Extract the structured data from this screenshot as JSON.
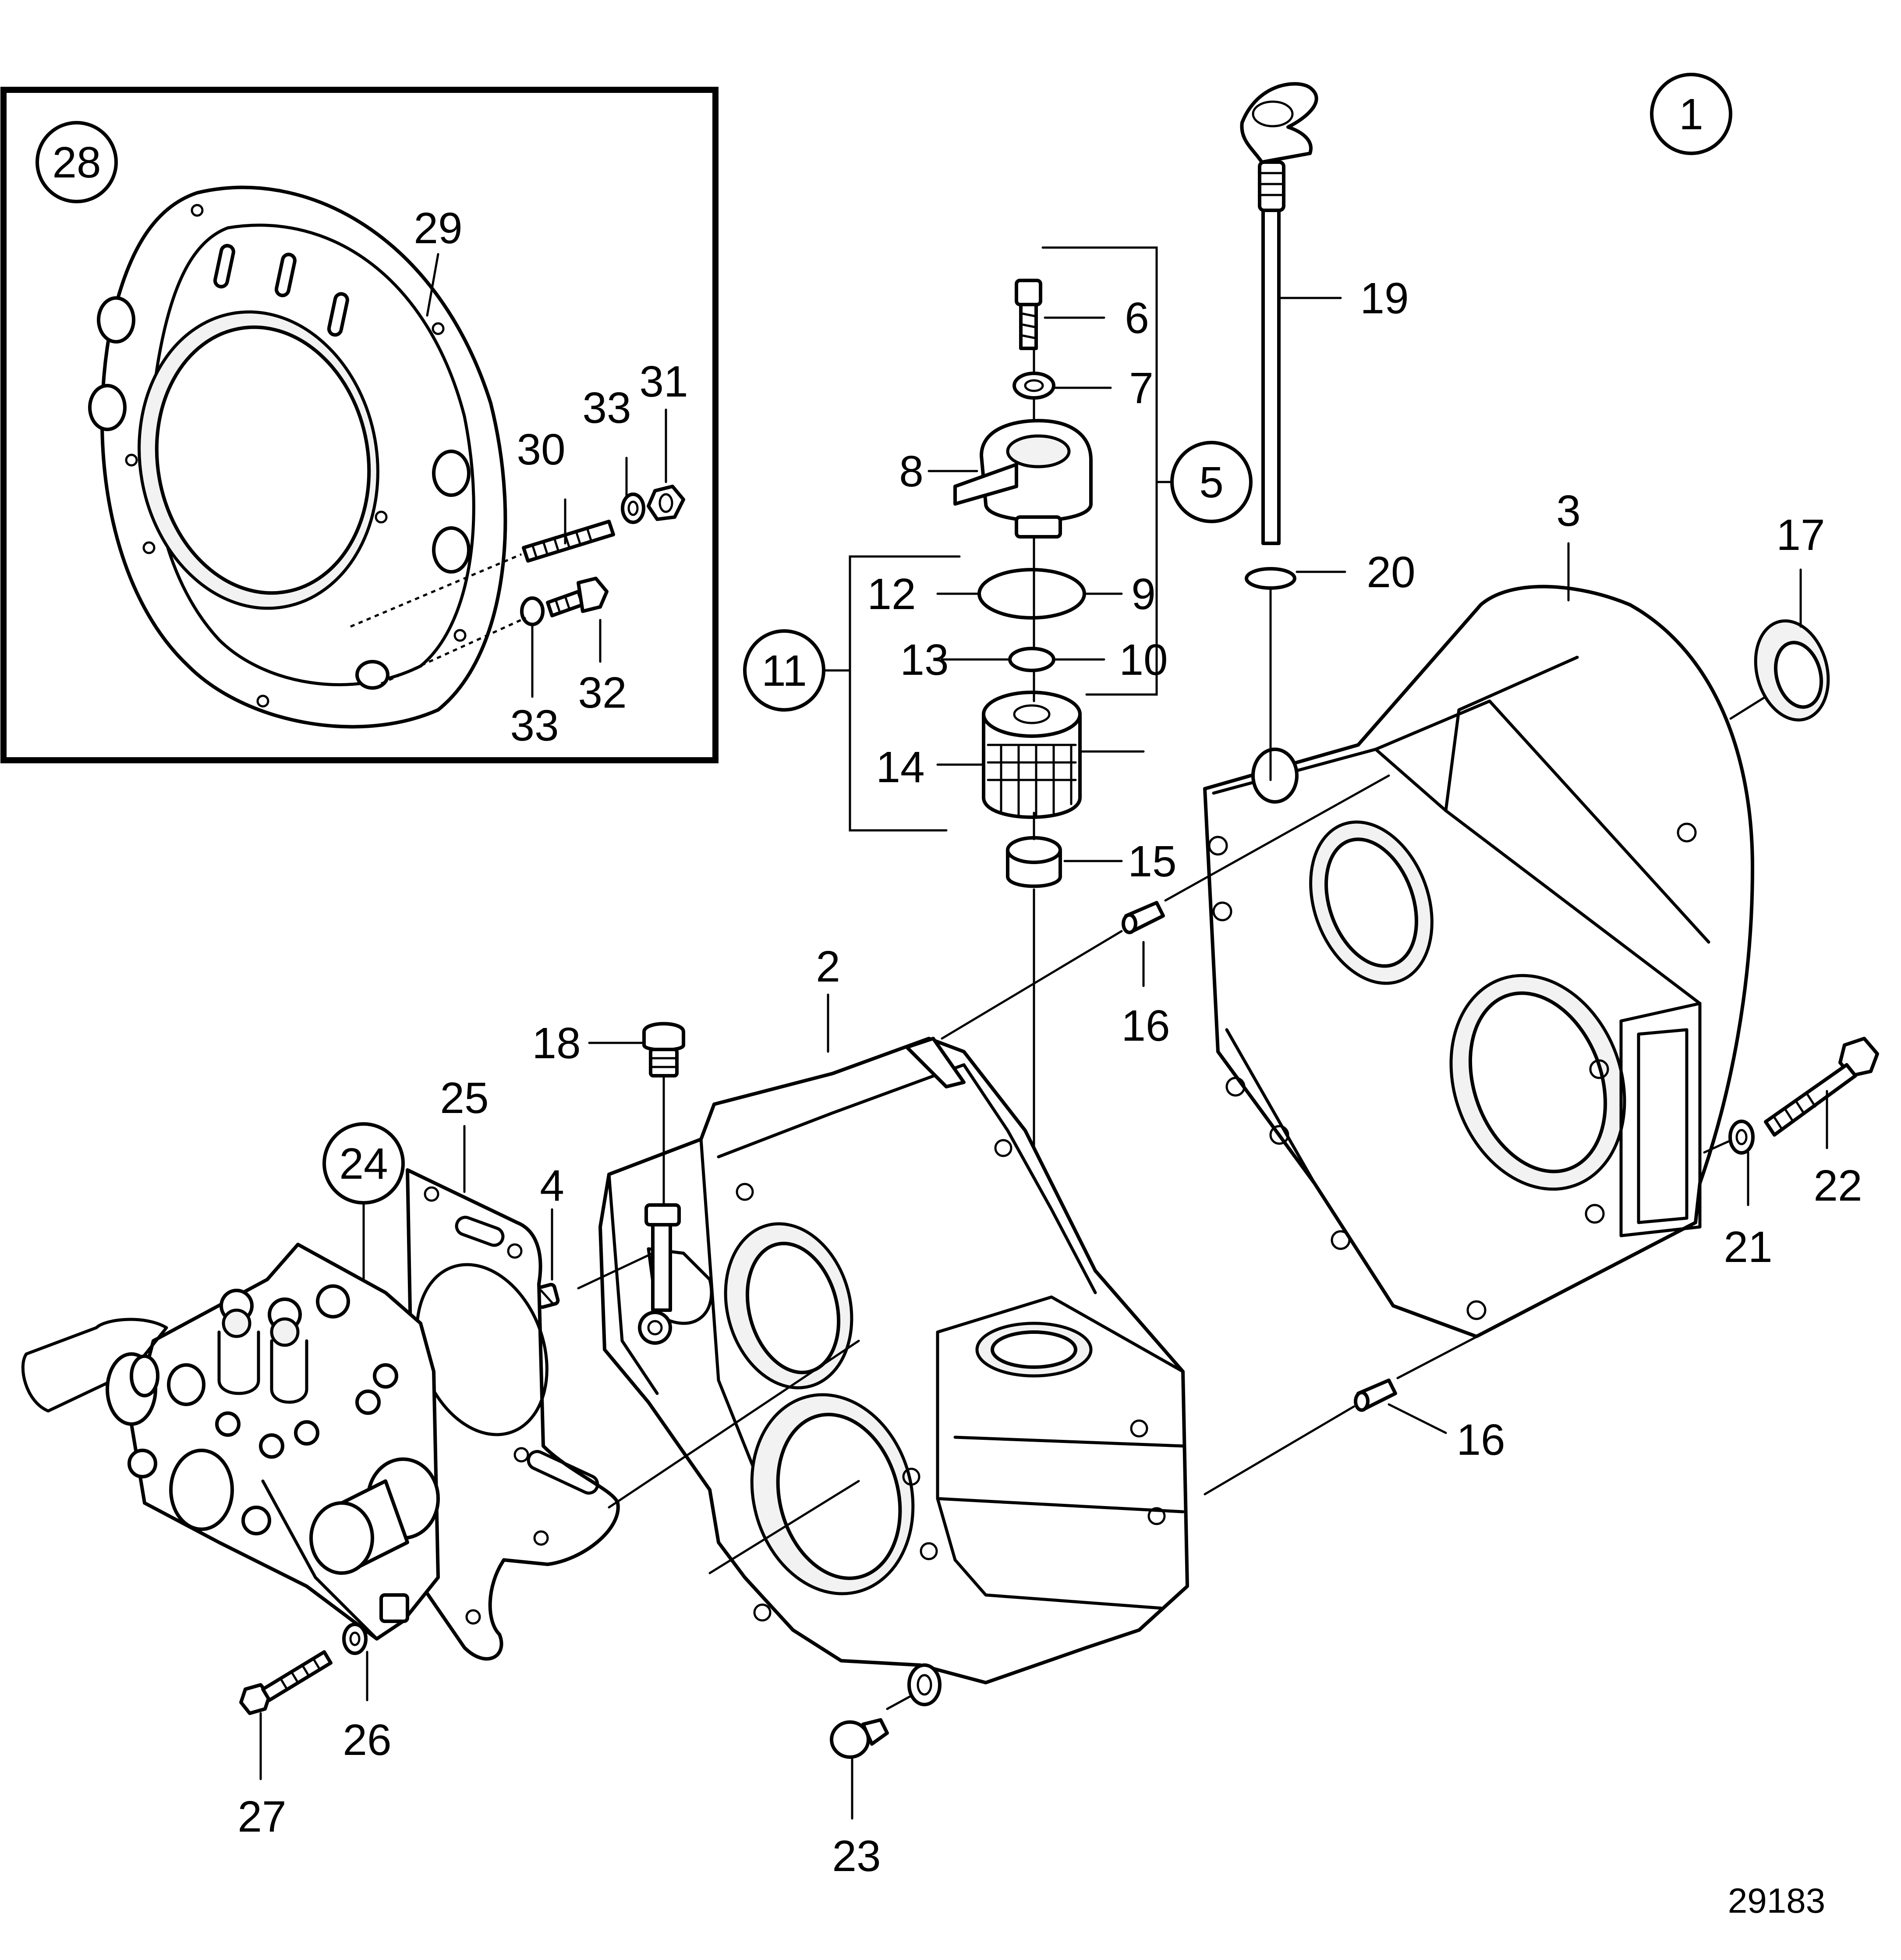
{
  "figure_number": "29183",
  "callouts": {
    "c1": "1",
    "c2": "2",
    "c3": "3",
    "c4": "4",
    "c5": "5",
    "c6": "6",
    "c7": "7",
    "c8": "8",
    "c9": "9",
    "c10": "10",
    "c11": "11",
    "c12": "12",
    "c13": "13",
    "c14": "14",
    "c15": "15",
    "c16a": "16",
    "c16b": "16",
    "c17": "17",
    "c18": "18",
    "c19": "19",
    "c20": "20",
    "c21": "21",
    "c22": "22",
    "c23": "23",
    "c24": "24",
    "c25": "25",
    "c26": "26",
    "c27": "27",
    "c28": "28",
    "c29": "29",
    "c30": "30",
    "c31": "31",
    "c32": "32",
    "c33a": "33",
    "c33b": "33"
  }
}
